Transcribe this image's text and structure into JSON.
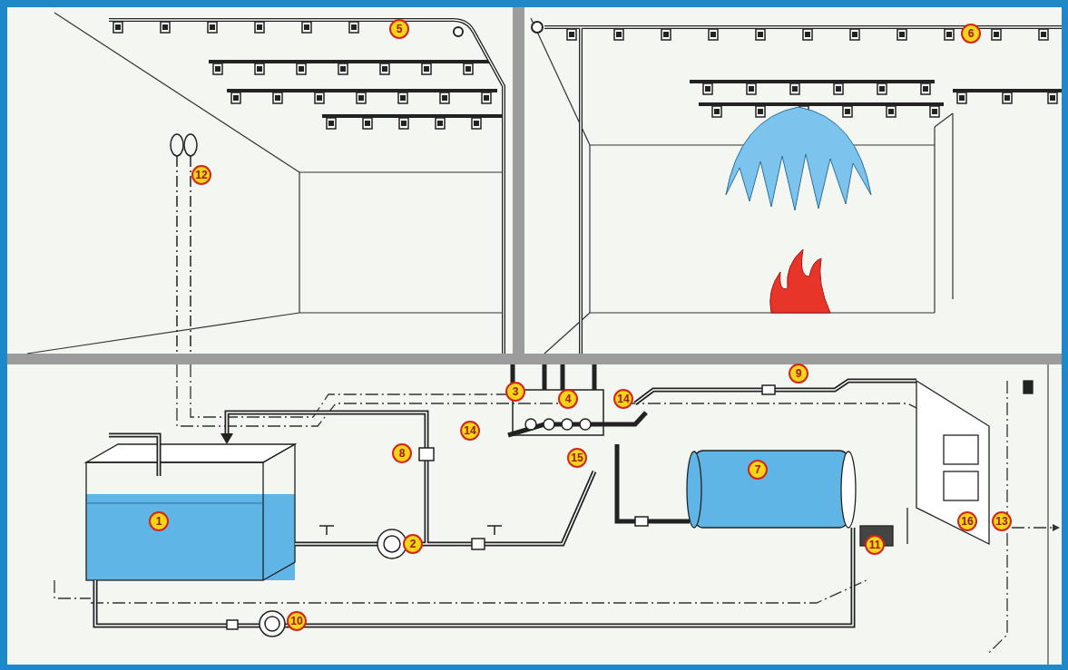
{
  "diagram": {
    "labels": [
      "5",
      "6",
      "12",
      "3",
      "4",
      "14",
      "9",
      "14",
      "8",
      "15",
      "7",
      "1",
      "2",
      "11",
      "16",
      "13",
      "10"
    ]
  }
}
